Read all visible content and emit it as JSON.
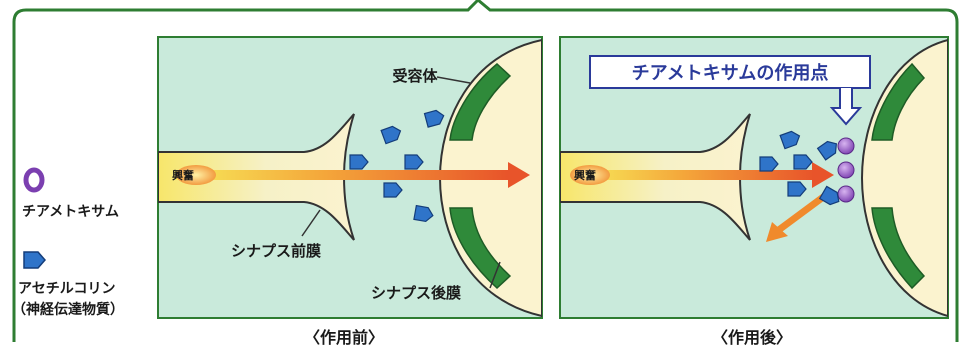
{
  "legend": {
    "mequitazine_label": "チアメトキサム",
    "acetylcholine_label_line1": "アセチルコリン",
    "acetylcholine_label_line2": "（神経伝達物質）"
  },
  "before_panel": {
    "caption": "〈作用前〉",
    "receptor_label": "受容体",
    "excitation_label": "興奮",
    "presynaptic_label": "シナプス前膜",
    "postsynaptic_label": "シナプス後膜"
  },
  "after_panel": {
    "caption": "〈作用後〉",
    "site_of_action_label": "チアメトキサムの作用点",
    "excitation_label": "興奮"
  },
  "colors": {
    "frame_green": "#2e7d32",
    "panel_fill": "#c9eadb",
    "membrane_fill": "#fbf3cf",
    "receptor_green": "#2f8a3a",
    "acetylcholine_blue": "#2f74c9",
    "thiamethoxam_purple": "#7b3fb0",
    "arrow_orange": "#e8542a"
  }
}
